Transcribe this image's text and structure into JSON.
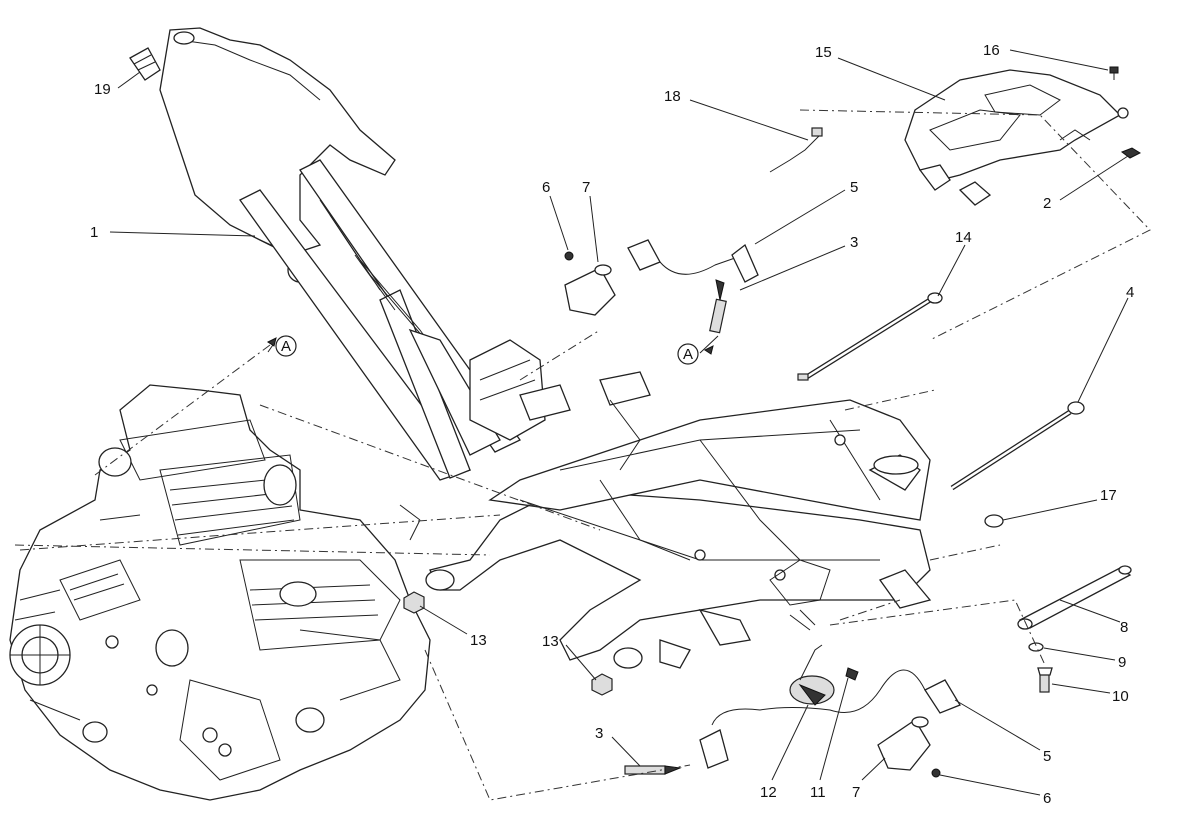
{
  "callouts": {
    "c1": "1",
    "c2": "2",
    "c3a": "3",
    "c3b": "3",
    "c4": "4",
    "c5a": "5",
    "c5b": "5",
    "c6a": "6",
    "c6b": "6",
    "c7a": "7",
    "c7b": "7",
    "c8": "8",
    "c9": "9",
    "c10": "10",
    "c11": "11",
    "c12": "12",
    "c13a": "13",
    "c13b": "13",
    "c14": "14",
    "c15": "15",
    "c16": "16",
    "c17": "17",
    "c18": "18",
    "c19": "19"
  },
  "ref_markers": {
    "a1": "A",
    "a2": "A"
  }
}
